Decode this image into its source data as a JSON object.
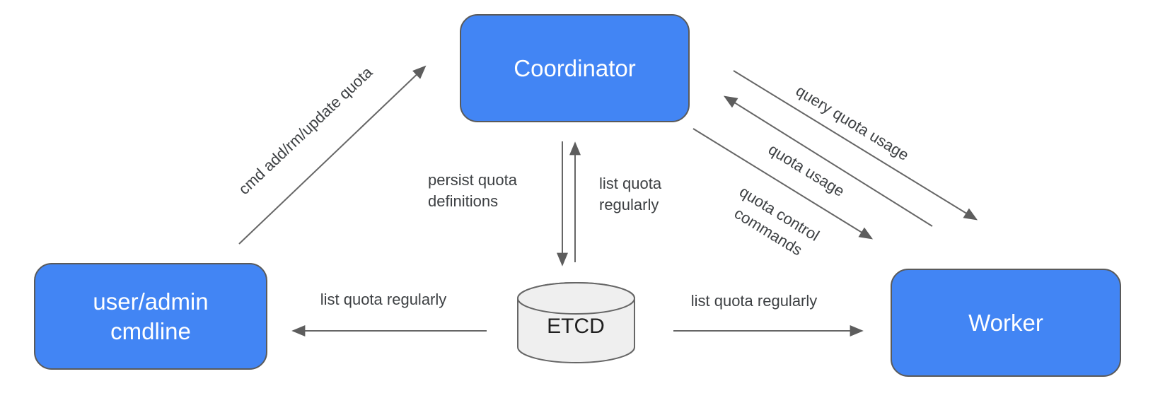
{
  "diagram": {
    "nodes": {
      "coordinator": {
        "label": "Coordinator"
      },
      "user_cmdline": {
        "label": "user/admin\ncmdline"
      },
      "worker": {
        "label": "Worker"
      },
      "etcd": {
        "label": "ETCD"
      }
    },
    "edges": {
      "cmd_add": {
        "label": "cmd add/rm/update quota",
        "from": "user/admin cmdline",
        "to": "Coordinator"
      },
      "persist": {
        "label": "persist quota\ndefinitions",
        "from": "Coordinator",
        "to": "ETCD"
      },
      "list_coordinator": {
        "label": "list quota\nregularly",
        "from": "ETCD",
        "to": "Coordinator"
      },
      "query_usage": {
        "label": "query quota usage",
        "from": "Coordinator",
        "to": "Worker"
      },
      "quota_usage": {
        "label": "quota usage",
        "from": "Worker",
        "to": "Coordinator"
      },
      "quota_control": {
        "label": "quota control\ncommands",
        "from": "Coordinator",
        "to": "Worker"
      },
      "list_user": {
        "label": "list quota regularly",
        "from": "ETCD",
        "to": "user/admin cmdline"
      },
      "list_worker": {
        "label": "list quota regularly",
        "from": "ETCD",
        "to": "Worker"
      }
    },
    "colors": {
      "node_fill": "#4285F4",
      "node_border": "#5a5a5a",
      "node_text": "#ffffff",
      "cylinder_fill": "#efefef",
      "cylinder_border": "#666666",
      "arrow": "#666666",
      "label_text": "#3d4043",
      "etcd_text": "#1f1f1f",
      "bg": "#ffffff"
    }
  }
}
